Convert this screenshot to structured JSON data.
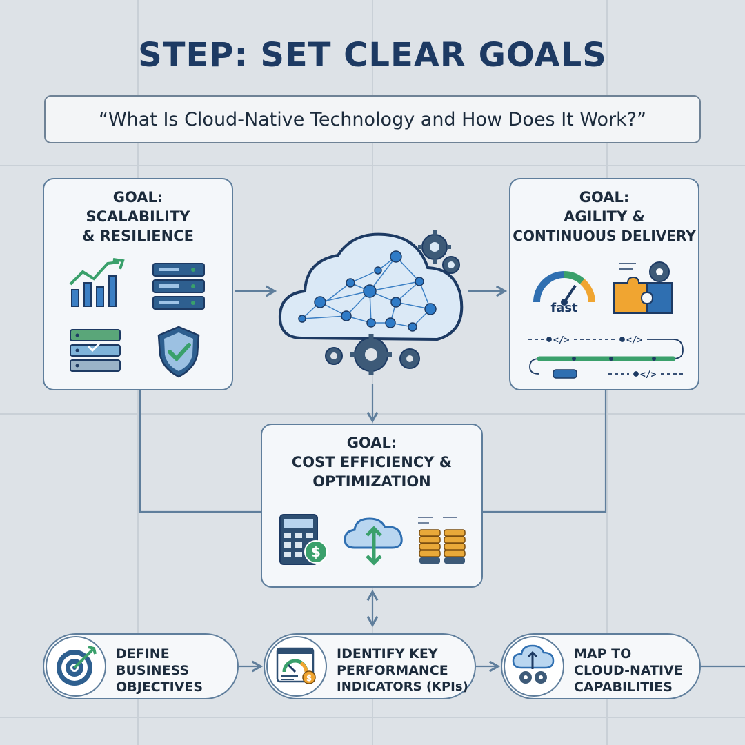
{
  "title": "STEP: SET CLEAR GOALS",
  "subtitle": "“What Is Cloud-Native Technology and How Does It Work?”",
  "goals": {
    "left": {
      "head": "GOAL:",
      "line1": "SCALABILITY",
      "line2": "& RESILIENCE"
    },
    "right": {
      "head": "GOAL:",
      "line1": "AGILITY &",
      "line2": "CONTINUOUS DELIVERY",
      "speed_label": "fast"
    },
    "center": {
      "head": "GOAL:",
      "line1": "COST EFFICIENCY &",
      "line2": "OPTIMIZATION"
    }
  },
  "steps": [
    {
      "line1": "DEFINE",
      "line2": "BUSINESS",
      "line3": "OBJECTIVES",
      "icon": "target-icon"
    },
    {
      "line1": "IDENTIFY KEY",
      "line2": "PERFORMANCE",
      "line3": "INDICATORS (KPIs)",
      "icon": "kpi-dashboard-icon"
    },
    {
      "line1": "MAP TO",
      "line2": "CLOUD-NATIVE",
      "line3": "CAPABILITIES",
      "icon": "cloud-capabilities-icon"
    }
  ],
  "colors": {
    "navy": "#1d3a63",
    "border": "#5f7e9c",
    "green": "#3aa06b",
    "blue": "#3b7fc4",
    "orange": "#f0a531",
    "background": "#dde2e7"
  }
}
